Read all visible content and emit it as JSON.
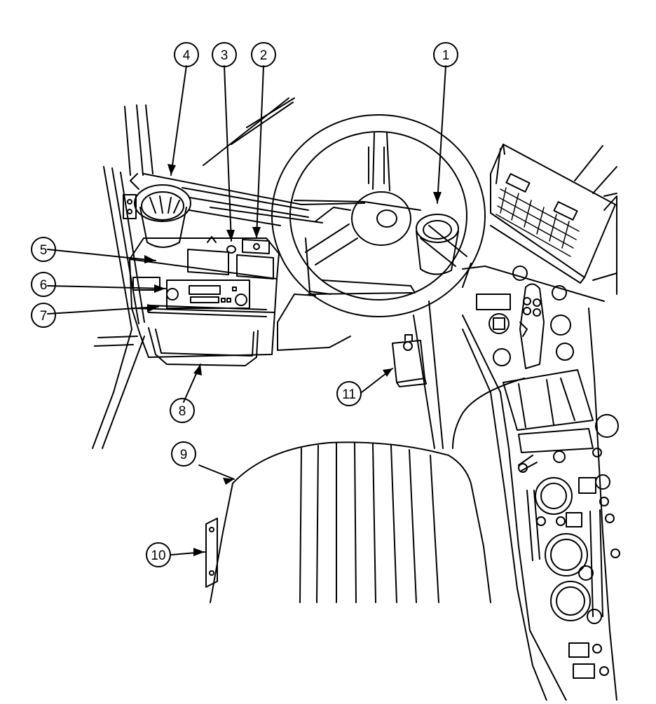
{
  "diagram": {
    "style": "black line art on white",
    "callouts": [
      {
        "id": "1",
        "label": "1"
      },
      {
        "id": "2",
        "label": "2"
      },
      {
        "id": "3",
        "label": "3"
      },
      {
        "id": "4",
        "label": "4"
      },
      {
        "id": "5",
        "label": "5"
      },
      {
        "id": "6",
        "label": "6"
      },
      {
        "id": "7",
        "label": "7"
      },
      {
        "id": "8",
        "label": "8"
      },
      {
        "id": "9",
        "label": "9"
      },
      {
        "id": "10",
        "label": "10"
      },
      {
        "id": "11",
        "label": "11"
      }
    ],
    "colors": {
      "ink": "#000000",
      "paper": "#ffffff"
    }
  }
}
